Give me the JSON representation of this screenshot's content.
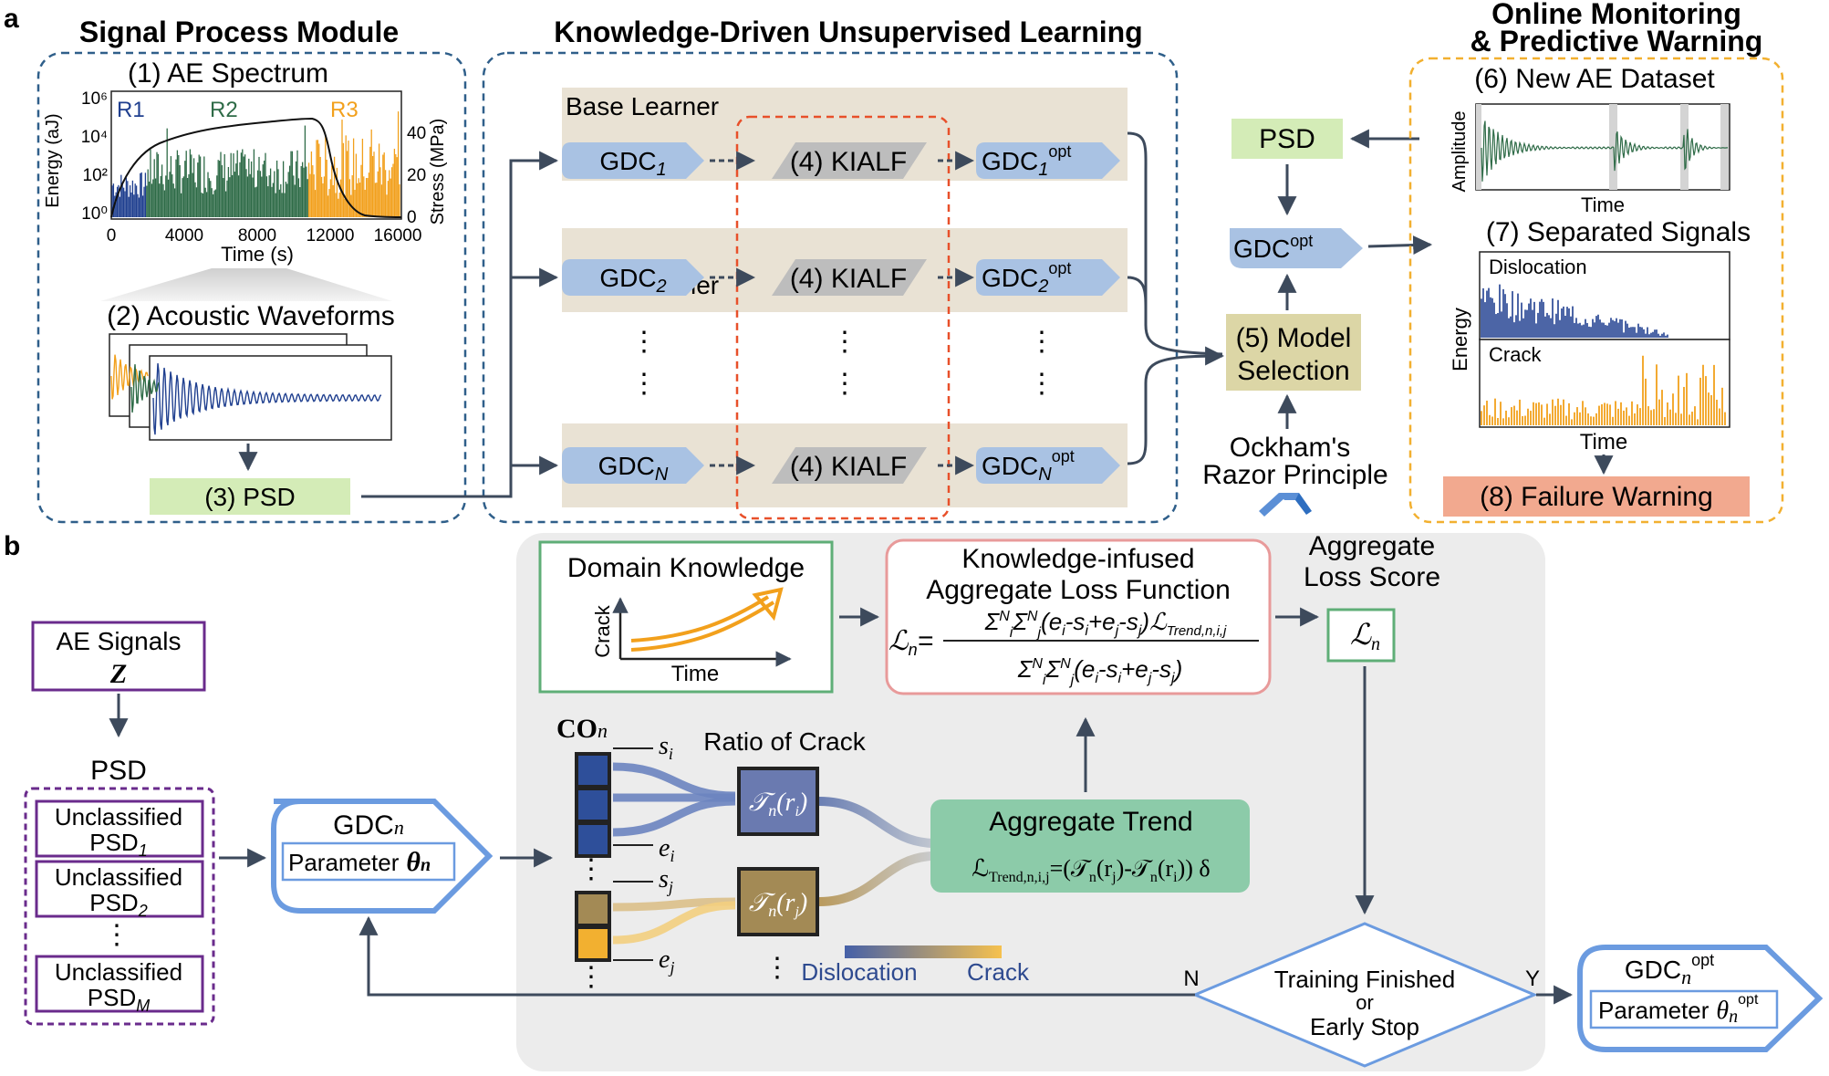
{
  "panel_a": {
    "label": "a",
    "signal_module": {
      "title": "Signal Process Module",
      "ae_spectrum": {
        "title": "(1) AE Spectrum",
        "ylabel_left": "Energy (aJ)",
        "ylabel_right": "Stress (MPa)",
        "xlabel": "Time (s)",
        "x_ticks": [
          "0",
          "4000",
          "8000",
          "12000",
          "16000"
        ],
        "y_left_ticks": [
          "10⁰",
          "10²",
          "10⁴",
          "10⁶"
        ],
        "y_right_ticks": [
          "0",
          "20",
          "40"
        ],
        "regions": [
          "R1",
          "R2",
          "R3"
        ],
        "region_colors": [
          "#1f3f8f",
          "#2e6b47",
          "#f2a01c"
        ]
      },
      "waveforms_title": "(2) Acoustic Waveforms",
      "psd_label": "(3) PSD"
    },
    "learning": {
      "title": "Knowledge-Driven Unsupervised Learning",
      "base_learner": "Base Learner",
      "rows": [
        {
          "gdc": "GDC",
          "sub": "1",
          "kialf": "(4) KIALF",
          "opt": "GDC",
          "opt_sub": "1",
          "opt_sup": "opt"
        },
        {
          "gdc": "GDC",
          "sub": "2",
          "kialf": "(4) KIALF",
          "opt": "GDC",
          "opt_sub": "2",
          "opt_sup": "opt"
        },
        {
          "gdc": "GDC",
          "sub": "N",
          "kialf": "(4) KIALF",
          "opt": "GDC",
          "opt_sub": "N",
          "opt_sup": "opt"
        }
      ],
      "ellipsis": "⋮"
    },
    "monitoring": {
      "title_line1": "Online Monitoring",
      "title_line2": "& Predictive Warning",
      "new_dataset": "(6) New AE Dataset",
      "amplitude": "Amplitude",
      "time": "Time",
      "separated": "(7) Separated Signals",
      "dislocation": "Dislocation",
      "crack": "Crack",
      "energy": "Energy",
      "time2": "Time",
      "failure": "(8) Failure Warning"
    },
    "psd_right": "PSD",
    "gdc_opt": "GDC",
    "gdc_opt_sup": "opt",
    "model_selection_line1": "(5) Model",
    "model_selection_line2": "Selection",
    "ockham_line1": "Ockham's",
    "ockham_line2": "Razor Principle"
  },
  "panel_b": {
    "label": "b",
    "ae_signals": "AE Signals",
    "z": "Z",
    "psd": "PSD",
    "unclassified": [
      "Unclassified",
      "Unclassified",
      "Unclassified"
    ],
    "psd_items": [
      {
        "text": "PSD",
        "sub": "1"
      },
      {
        "text": "PSD",
        "sub": "2"
      },
      {
        "text": "PSD",
        "sub": "M"
      }
    ],
    "gdc_n": "GDC",
    "gdc_n_sub": "n",
    "parameter": "Parameter",
    "theta": "θ",
    "co_n": "CO",
    "co_sub": "n",
    "s_i": "s",
    "s_i_sub": "i",
    "e_i": "e",
    "e_i_sub": "i",
    "s_j": "s",
    "s_j_sub": "j",
    "e_j": "e",
    "e_j_sub": "j",
    "ratio_of_crack": "Ratio of Crack",
    "t_ri": "𝒯",
    "domain_knowledge": "Domain Knowledge",
    "dk_crack": "Crack",
    "dk_time": "Time",
    "kialf_title_line1": "Knowledge-infused",
    "kialf_title_line2": "Aggregate Loss Function",
    "aggregate_loss_line1": "Aggregate",
    "aggregate_loss_line2": "Loss Score",
    "aggregate_trend": "Aggregate Trend",
    "colorbar_left": "Dislocation",
    "colorbar_right": "Crack",
    "decision_line1": "Training Finished",
    "decision_line2": "or",
    "decision_line3": "Early Stop",
    "n_label": "N",
    "y_label": "Y",
    "gdc_opt_final": "GDC",
    "opt_sup": "opt",
    "parameter_final": "Parameter"
  },
  "colors": {
    "blue_dash": "#2f5f8a",
    "orange_dash": "#f2b030",
    "red_dash": "#e8502a",
    "purple": "#6a2b8c",
    "gdc_blue": "#a9c2e3",
    "psd_green": "#d4ecb7",
    "beige": "#e9e2d4",
    "grey_panel": "#ececec",
    "failure_red": "#f2a98f",
    "trend_green": "#8ccba9",
    "model_sel": "#dcd6a6"
  }
}
